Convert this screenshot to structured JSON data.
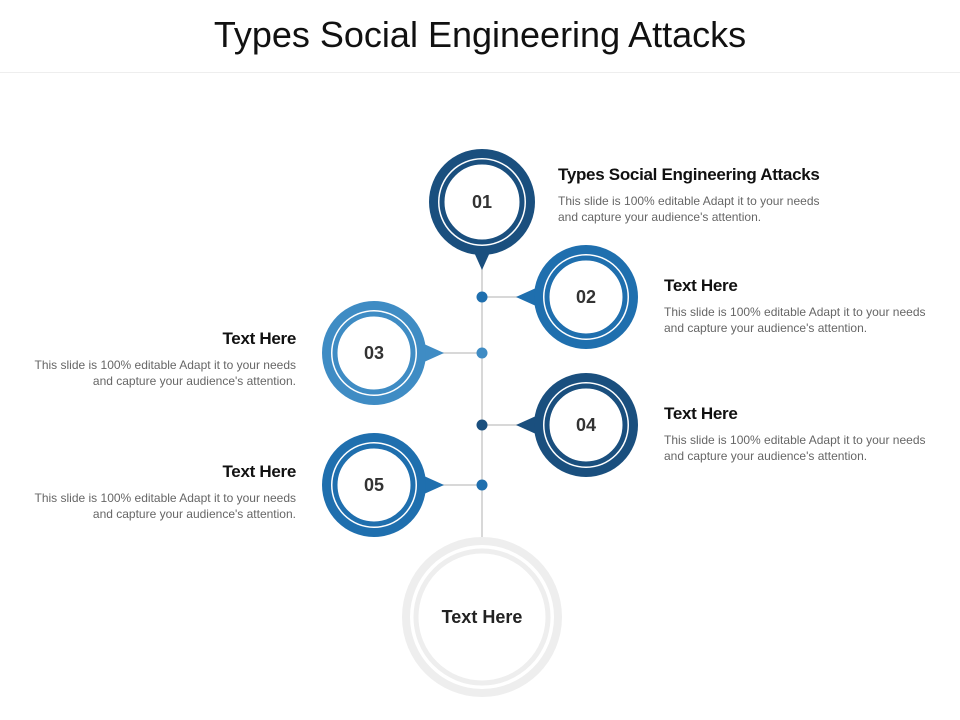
{
  "title": "Types Social Engineering Attacks",
  "colors": {
    "dark_blue": "#1a4f7e",
    "mid_blue": "#1f6fae",
    "light_blue": "#3f8cc4",
    "connector": "#cccccc",
    "center_ring": "#eeeeee"
  },
  "center": {
    "label": "Text Here"
  },
  "items": [
    {
      "number": "01",
      "heading": "Types Social Engineering Attacks",
      "body": "This slide is 100% editable Adapt it to your needs and capture your audience's attention."
    },
    {
      "number": "02",
      "heading": "Text Here",
      "body": "This slide is 100% editable Adapt it to your needs and capture your audience's attention."
    },
    {
      "number": "03",
      "heading": "Text Here",
      "body": "This slide is 100% editable Adapt it to your needs and capture your audience's attention."
    },
    {
      "number": "04",
      "heading": "Text Here",
      "body": "This slide is 100% editable Adapt it to your needs and capture your audience's attention."
    },
    {
      "number": "05",
      "heading": "Text Here",
      "body": "This slide is 100% editable Adapt it to your needs and capture your audience's attention."
    }
  ]
}
